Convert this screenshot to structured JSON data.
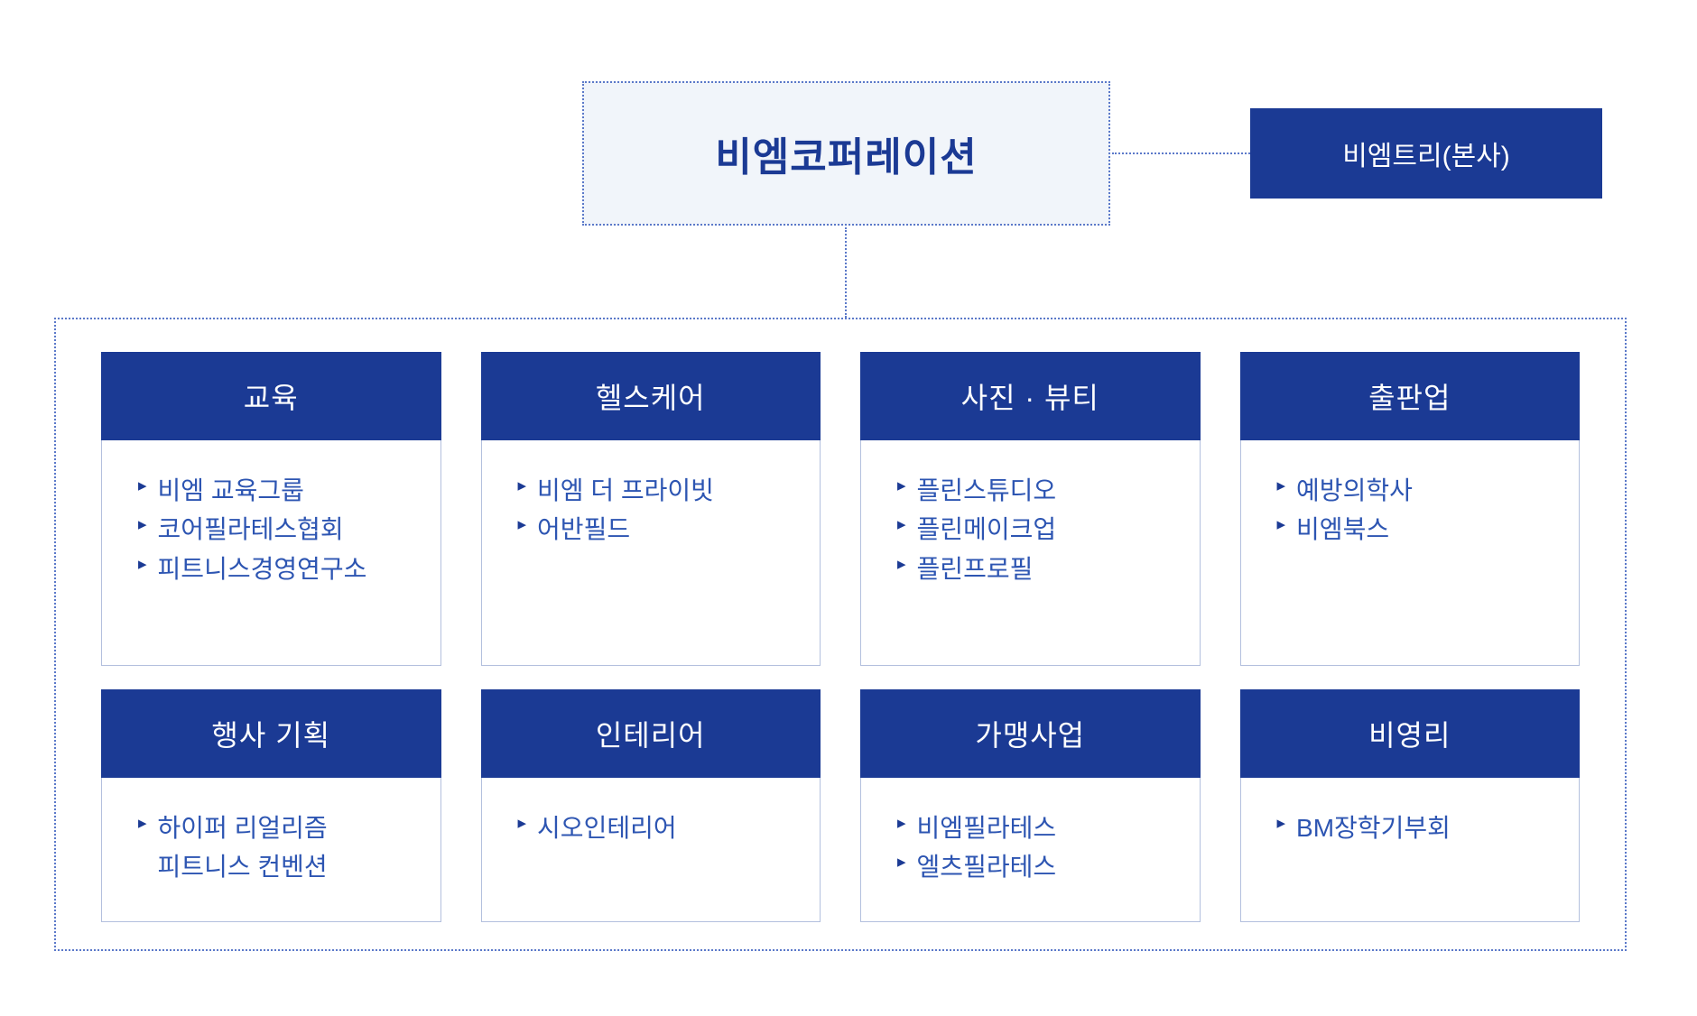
{
  "palette": {
    "primary": "#1b3a94",
    "item_text": "#2d55b2",
    "box_bg": "#f1f5fa",
    "dotted_border": "#5b79c9",
    "card_border": "#b3c0de",
    "header_text": "#ffffff",
    "background": "#ffffff"
  },
  "root": {
    "title": "비엠코퍼레이션"
  },
  "headquarters": {
    "label": "비엠트리(본사)"
  },
  "bullet_glyph": "▸",
  "groups": [
    {
      "title": "교육",
      "items": [
        "비엠 교육그룹",
        "코어필라테스협회",
        "피트니스경영연구소"
      ]
    },
    {
      "title": "헬스케어",
      "items": [
        "비엠 더 프라이빗",
        "어반필드"
      ]
    },
    {
      "title": "사진 · 뷰티",
      "items": [
        "플린스튜디오",
        "플린메이크업",
        "플린프로필"
      ]
    },
    {
      "title": "출판업",
      "items": [
        "예방의학사",
        "비엠북스"
      ]
    },
    {
      "title": "행사 기획",
      "items": [
        "하이퍼 리얼리즘\n피트니스 컨벤션"
      ]
    },
    {
      "title": "인테리어",
      "items": [
        "시오인테리어"
      ]
    },
    {
      "title": "가맹사업",
      "items": [
        "비엠필라테스",
        "엘츠필라테스"
      ]
    },
    {
      "title": "비영리",
      "items": [
        "BM장학기부회"
      ]
    }
  ]
}
